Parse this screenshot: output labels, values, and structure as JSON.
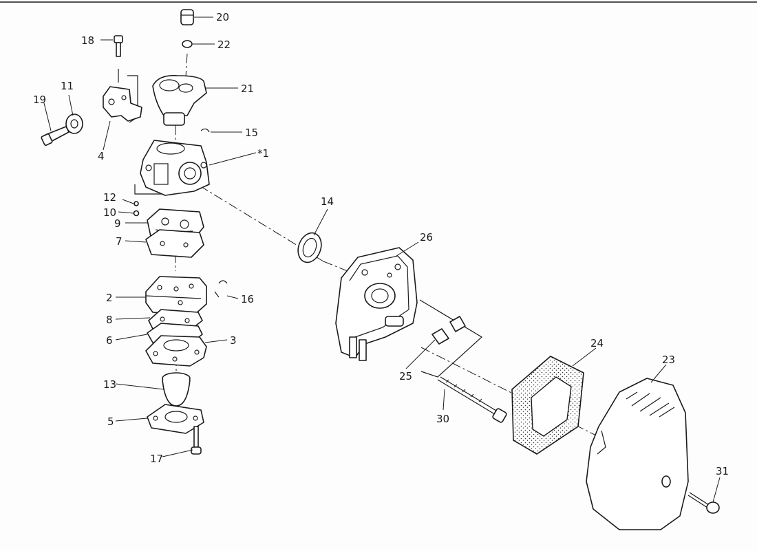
{
  "diagram": {
    "labels": {
      "p1": "*1",
      "p2": "2",
      "p3": "3",
      "p4": "4",
      "p5": "5",
      "p6": "6",
      "p7": "7",
      "p8": "8",
      "p9": "9",
      "p10": "10",
      "p11": "11",
      "p12": "12",
      "p13": "13",
      "p14": "14",
      "p15": "15",
      "p16": "16",
      "p17": "17",
      "p18": "18",
      "p19": "19",
      "p20": "20",
      "p21": "21",
      "p22": "22",
      "p23": "23",
      "p24": "24",
      "p25": "25",
      "p26": "26",
      "p30": "30",
      "p31": "31"
    }
  }
}
